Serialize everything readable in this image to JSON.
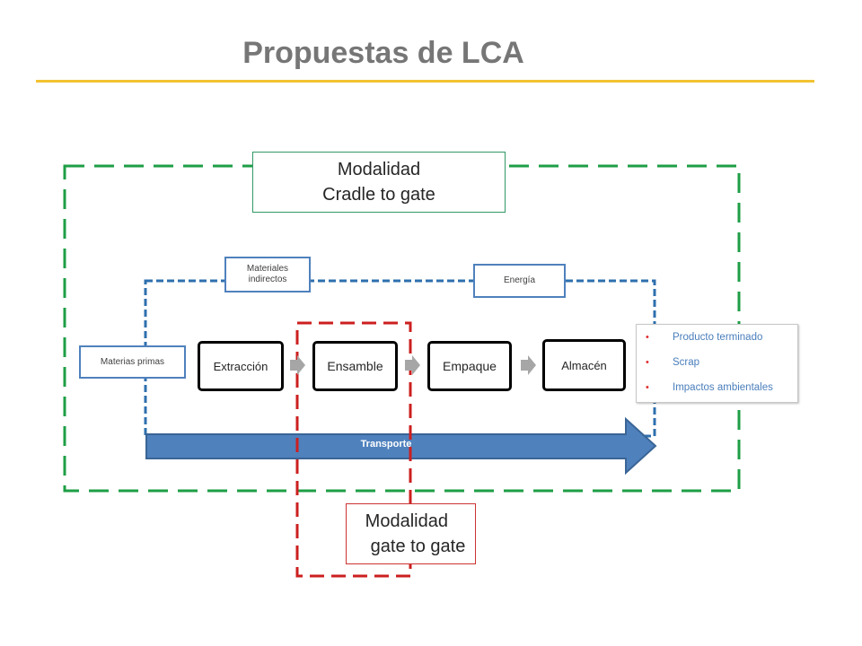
{
  "title": "Propuestas de LCA",
  "modalidad_cradle": {
    "line1": "Modalidad",
    "line2": "Cradle to gate"
  },
  "modalidad_gate": {
    "line1": "Modalidad",
    "line2": "gate to gate"
  },
  "inputs": {
    "materiales_indirectos": "Materiales indirectos",
    "energia": "Energía",
    "materias_primas": "Materias primas"
  },
  "process_steps": [
    "Extracción",
    "Ensamble",
    "Empaque",
    "Almacén"
  ],
  "outputs": [
    "Producto terminado",
    "Scrap",
    "Impactos ambientales"
  ],
  "transport_label": "Transporte",
  "colors": {
    "cradle_boundary": "#1e9e45",
    "gate_boundary": "#cc1f1f",
    "system_boundary": "#2e6fae",
    "transport_arrow": "#4f81bd",
    "title_rule": "#f1c232",
    "output_text": "#4a7ebb",
    "bullet": "#e03030"
  }
}
